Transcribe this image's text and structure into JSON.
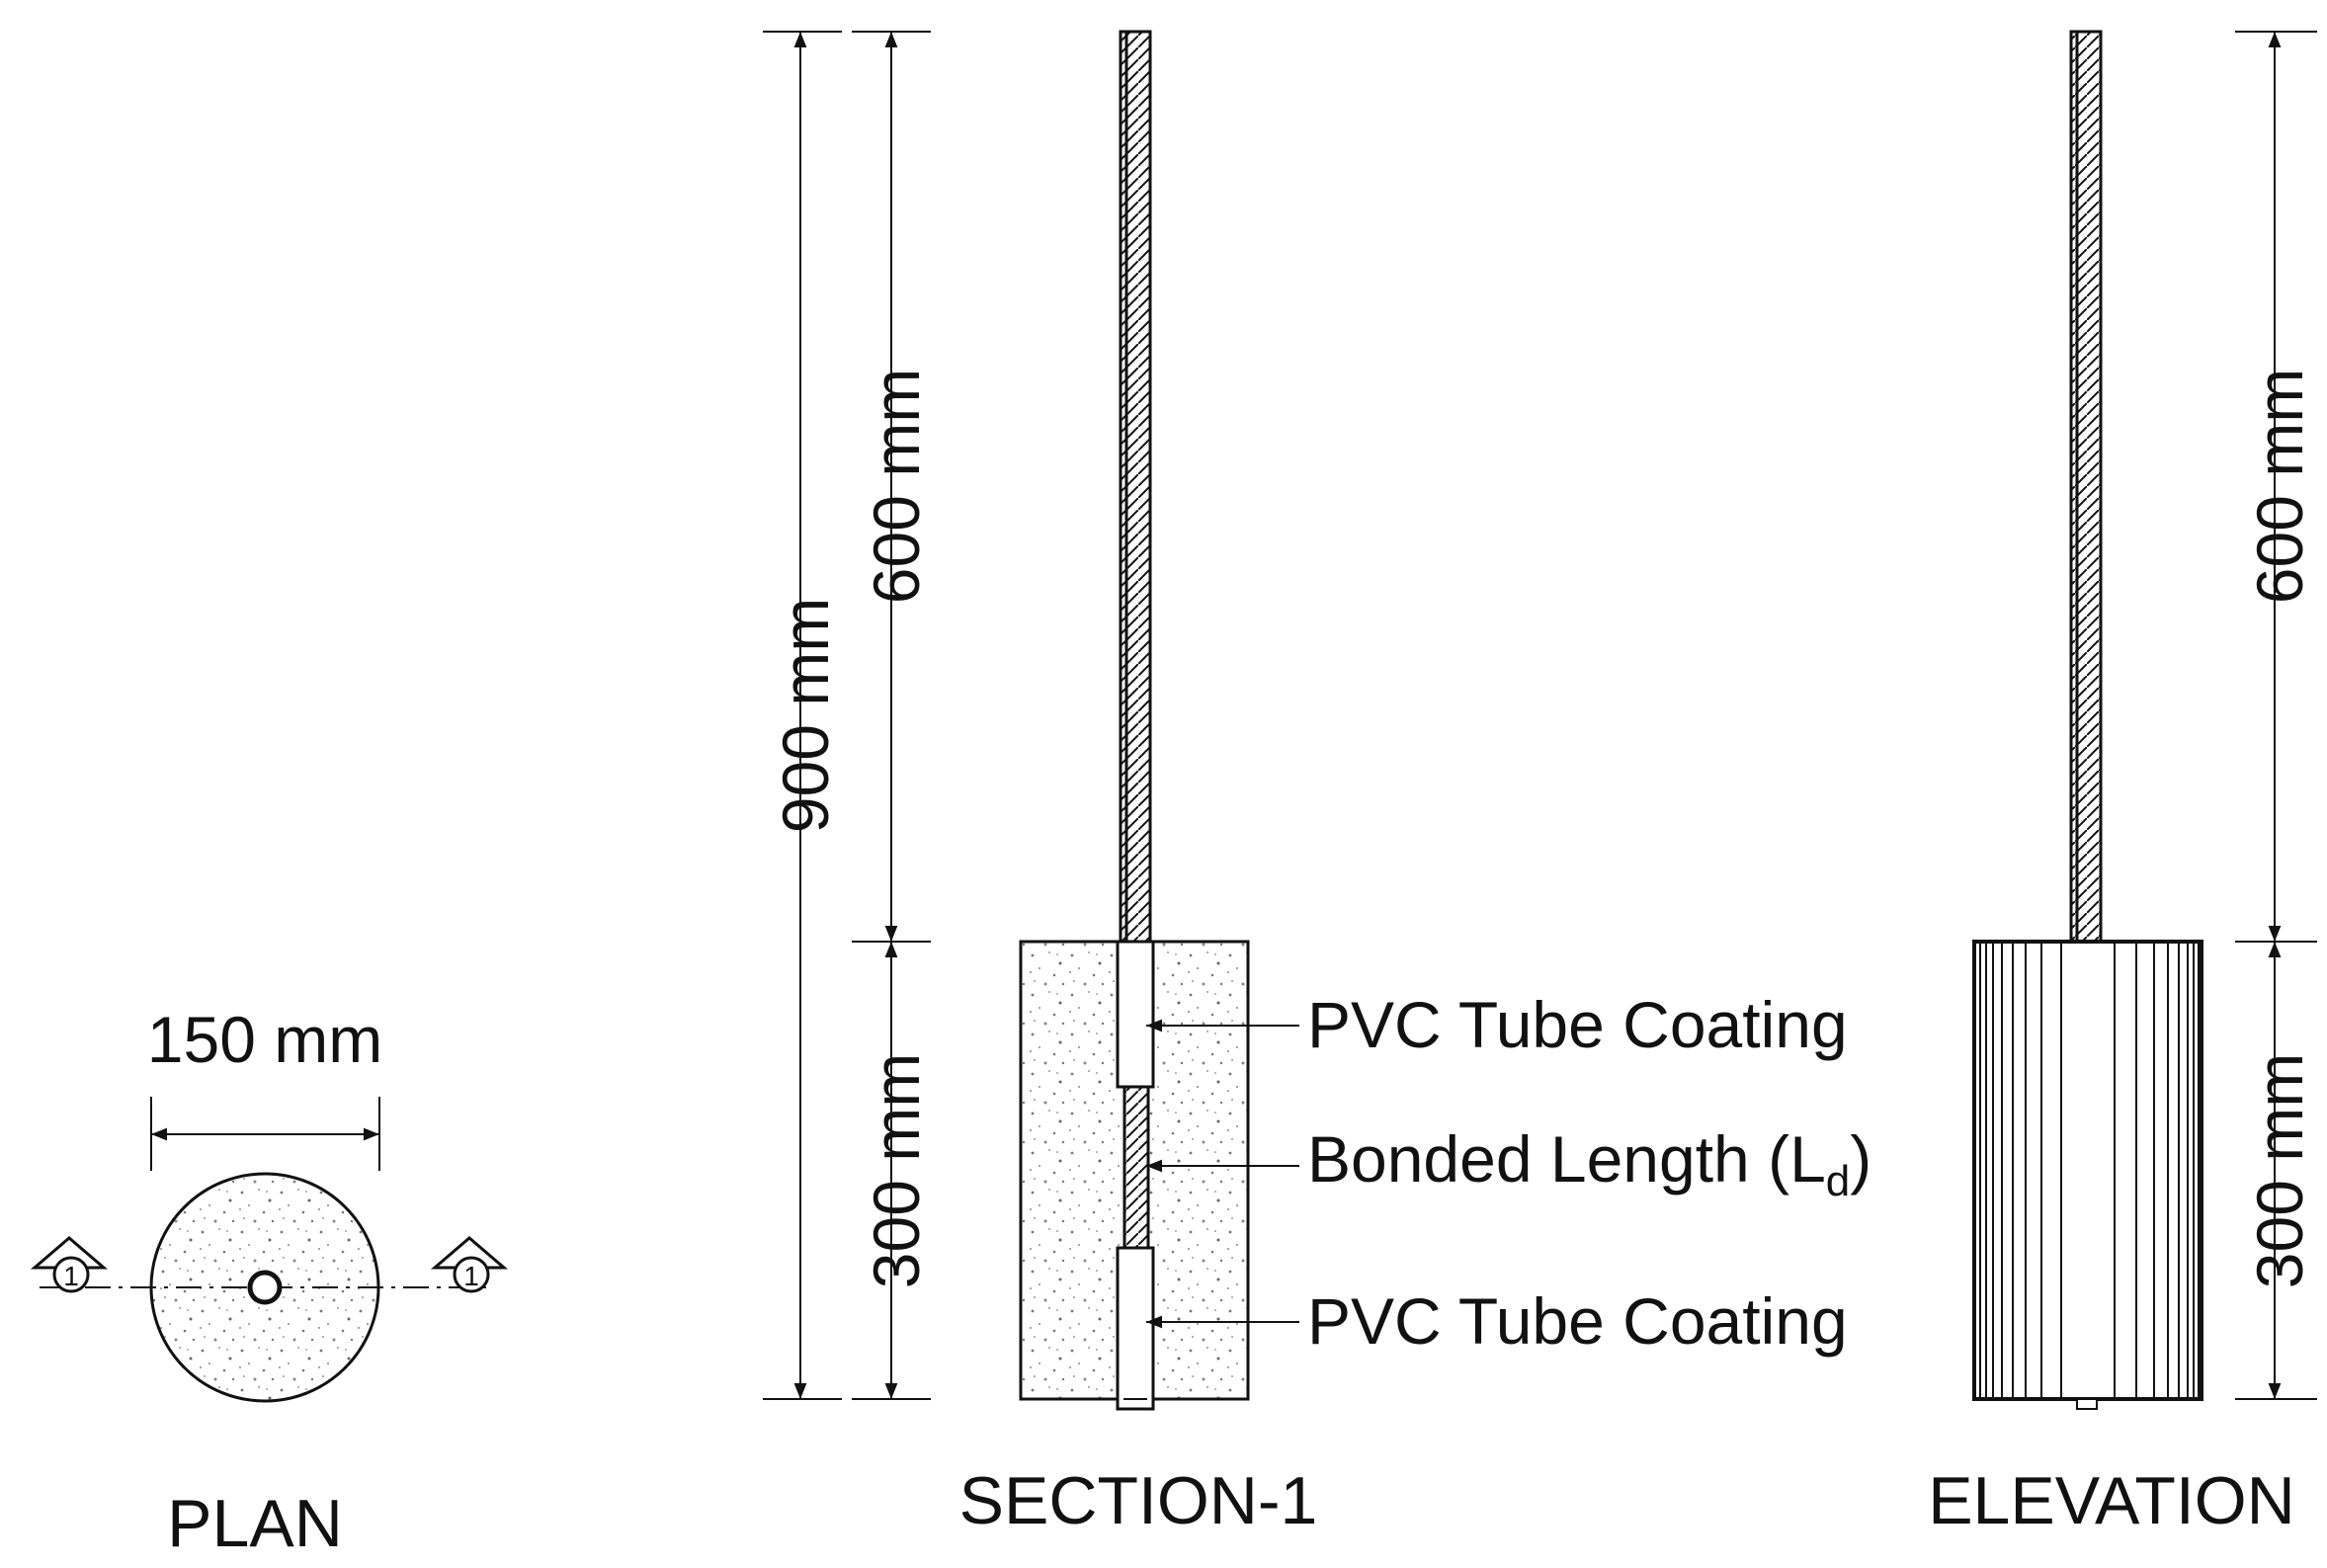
{
  "plan": {
    "title": "PLAN",
    "diameter_label": "150 mm",
    "section_marker": "1"
  },
  "section": {
    "title": "SECTION-1",
    "total_label": "900 mm",
    "upper_label": "600 mm",
    "lower_label": "300 mm",
    "callout_top": "PVC Tube Coating",
    "callout_mid": "Bonded Length (L",
    "callout_mid_sub": "d",
    "callout_mid_close": ")",
    "callout_bottom": "PVC Tube Coating"
  },
  "elevation": {
    "title": "ELEVATION",
    "upper_label": "600 mm",
    "lower_label": "300 mm"
  }
}
